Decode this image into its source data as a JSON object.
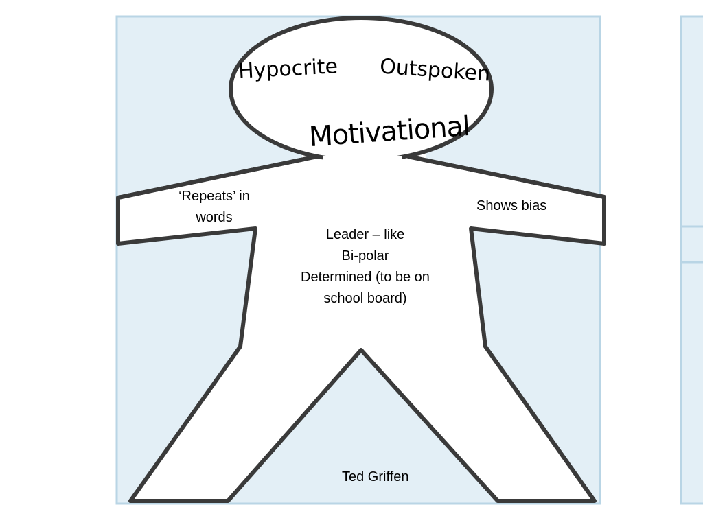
{
  "colors": {
    "background": "#ffffff",
    "panel_fill": "#e3eff6",
    "panel_border": "#b9d5e5",
    "figure_fill": "#ffffff",
    "figure_stroke": "#3a3a3a",
    "text": "#000000"
  },
  "head_words": {
    "hypocrite": "Hypocrite",
    "outspoken": "Outspoken",
    "motivational": "Motivational"
  },
  "arms": {
    "left_lines": [
      "‘Repeats’ in",
      "words"
    ],
    "right": "Shows bias"
  },
  "body_lines": [
    "Leader – like",
    "Bi-polar",
    "Determined (to be on",
    "school board)"
  ],
  "name": "Ted Griffen"
}
